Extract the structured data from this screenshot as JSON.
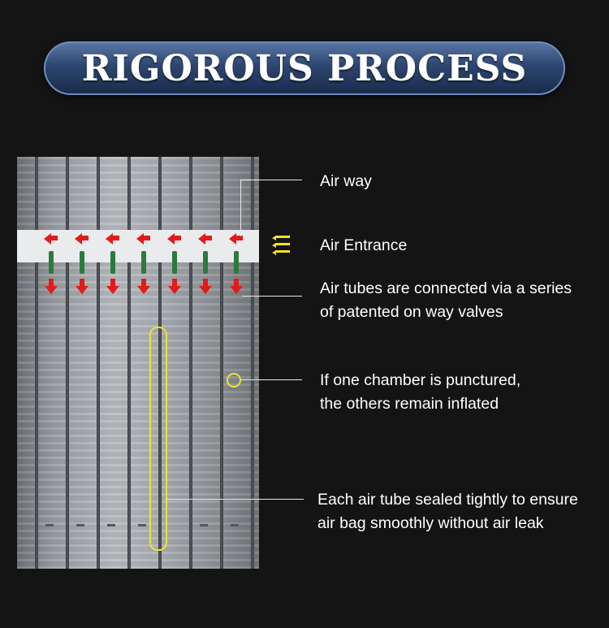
{
  "banner": {
    "title": "RIGOROUS PROCESS"
  },
  "labels": {
    "air_way": "Air way",
    "air_entrance": "Air Entrance",
    "air_tubes": [
      "Air tubes are connected via a series",
      "of patented on way valves"
    ],
    "chamber": [
      "If one chamber is punctured,",
      "the others remain inflated"
    ],
    "sealed": [
      "Each air tube sealed tightly to ensure",
      "air bag smoothly without air leak"
    ]
  },
  "colors": {
    "background": "#141415",
    "highlight": "#e8e337",
    "arrow": "#e21b1b",
    "banner": "#2d4670"
  },
  "icons": {
    "entrance": "triple-left-arrow-icon",
    "flow_left": "red-left-arrow-icon",
    "flow_down": "red-down-arrow-icon"
  }
}
